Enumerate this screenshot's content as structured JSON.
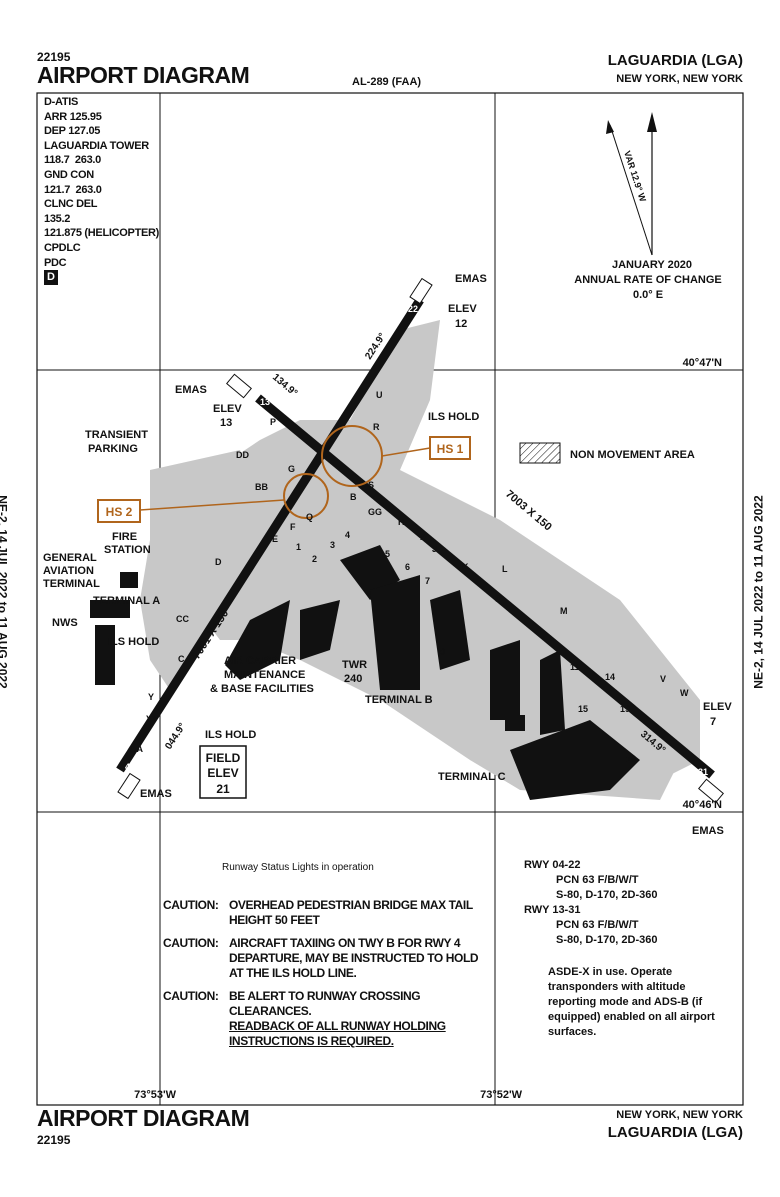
{
  "header": {
    "chart_number": "22195",
    "title": "AIRPORT DIAGRAM",
    "chart_id": "AL-289 (FAA)",
    "airport": "LAGUARDIA (LGA)",
    "city": "NEW YORK, NEW YORK"
  },
  "footer": {
    "chart_number": "22195",
    "title": "AIRPORT DIAGRAM",
    "city": "NEW YORK, NEW YORK",
    "airport": "LAGUARDIA (LGA)"
  },
  "effective": {
    "left": "NE-2, 14 JUL 2022 to 11 AUG 2022",
    "right": "NE-2, 14 JUL 2022 to 11 AUG 2022"
  },
  "frequencies": [
    "D-ATIS",
    "ARR 125.95",
    "DEP 127.05",
    "LAGUARDIA TOWER",
    "118.7  263.0",
    "GND CON",
    "121.7  263.0",
    "CLNC DEL",
    "135.2",
    "121.875 (HELICOPTER)",
    "CPDLC",
    "PDC"
  ],
  "dboxLabel": "D",
  "magnetic": {
    "variation": "VAR 12.9° W",
    "date": "JANUARY 2020",
    "rate_label": "ANNUAL RATE OF CHANGE",
    "rate": "0.0° E"
  },
  "legend": {
    "non_movement": "NON MOVEMENT AREA"
  },
  "coords": {
    "lat_top": "40°47'N",
    "lat_bottom": "40°46'N",
    "lon_left": "73°53'W",
    "lon_right": "73°52'W"
  },
  "map": {
    "rwy_04_22_dims": "7001 X 150",
    "rwy_13_31_dims": "7003 X 150",
    "hdg_044": "044.9°",
    "hdg_224": "224.9°",
    "hdg_134": "134.9°",
    "hdg_314": "314.9°",
    "rwy4": "4",
    "rwy22": "22",
    "rwy13": "13",
    "rwy31": "31",
    "emas": "EMAS",
    "elev": "ELEV",
    "elev22": "12",
    "elev13": "13",
    "elev31": "7",
    "ils_hold": "ILS HOLD",
    "hs1": "HS 1",
    "hs2": "HS 2",
    "transient1": "TRANSIENT",
    "transient2": "PARKING",
    "fire1": "FIRE",
    "fire2": "STATION",
    "ga1": "GENERAL",
    "ga2": "AVIATION",
    "ga3": "TERMINAL",
    "terminal_a": "TERMINAL A",
    "nws": "NWS",
    "acm1": "AIR CARRIER",
    "acm2": "MAINTENANCE",
    "acm3": "& BASE FACILITIES",
    "twr": "TWR",
    "twr_elev": "240",
    "terminal_b": "TERMINAL B",
    "terminal_c": "TERMINAL C",
    "field_elev_1": "FIELD",
    "field_elev_2": "ELEV",
    "field_elev_3": "21",
    "twy": [
      "AA",
      "A",
      "B",
      "BB",
      "C",
      "CC",
      "D",
      "DD",
      "E",
      "F",
      "G",
      "GG",
      "H",
      "J",
      "K",
      "L",
      "M",
      "P",
      "Q",
      "R",
      "S",
      "U",
      "V",
      "W",
      "Y",
      "YY",
      "1",
      "2",
      "3",
      "4",
      "5",
      "6",
      "7",
      "8",
      "9",
      "11",
      "14",
      "15",
      "16",
      "19"
    ]
  },
  "notes": {
    "rsl": "Runway Status Lights in operation",
    "caution_label": "CAUTION:",
    "c1": "OVERHEAD PEDESTRIAN BRIDGE MAX TAIL HEIGHT 50 FEET",
    "c2": "AIRCRAFT TAXIING ON TWY B FOR RWY 4 DEPARTURE, MAY BE INSTRUCTED TO HOLD AT THE ILS HOLD LINE.",
    "c3a": "BE ALERT TO RUNWAY CROSSING CLEARANCES.",
    "c3b": "READBACK OF ALL RUNWAY HOLDING INSTRUCTIONS IS REQUIRED."
  },
  "pcn": {
    "r1": "RWY 04-22",
    "r1a": "PCN 63 F/B/W/T",
    "r1b": "S-80, D-170, 2D-360",
    "r2": "RWY 13-31",
    "r2a": "PCN 63 F/B/W/T",
    "r2b": "S-80, D-170, 2D-360",
    "asde": "ASDE-X in use. Operate transponders with altitude reporting mode and ADS-B (if equipped) enabled on all airport surfaces."
  },
  "colors": {
    "hotspot": "#b0651c",
    "pavement": "#c8c8c8",
    "ink": "#111111"
  }
}
